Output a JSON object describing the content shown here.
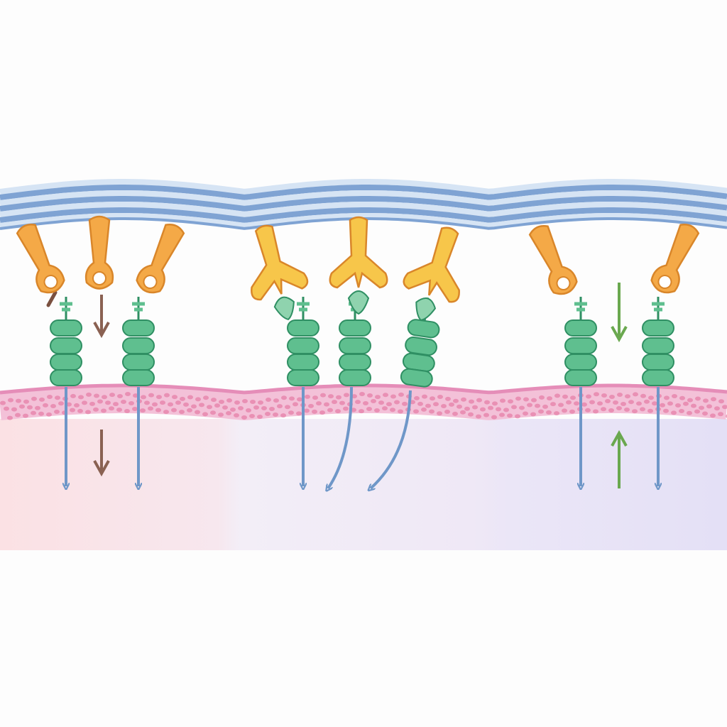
{
  "colors": {
    "background": "#fdfdfd",
    "top_membrane": "#a9c4e4",
    "top_membrane_line": "#7fa3d3",
    "bottom_membrane": "#e58db8",
    "bottom_membrane_cells": "#e36f9c",
    "receptor": "#5fbf8f",
    "receptor_outline": "#2f8f63",
    "ligand_club": "#f4a947",
    "ligand_y": "#f7c64a",
    "ligand_outline": "#d9862a",
    "signal_arrow": "#6f97c8",
    "brown_arrow": "#8a6152",
    "green_arrow": "#6aa84f",
    "panel_left_bg": "#fbe3e6",
    "panel_middle_bg": "#efe6f5",
    "panel_right_bg": "#e6e3f7"
  },
  "panels": [
    {
      "name": "left",
      "ligand_shape": "club",
      "ligands": 3,
      "receptors": 2,
      "signal_arrows": "straight",
      "extra_arrows": "brown-down"
    },
    {
      "name": "middle",
      "ligand_shape": "Y",
      "ligands": 3,
      "receptors": 3,
      "signal_arrows": "straight-and-curved",
      "extra_arrows": "none"
    },
    {
      "name": "right",
      "ligand_shape": "club",
      "ligands": 2,
      "receptors": 2,
      "signal_arrows": "straight",
      "extra_arrows": "green-down-up"
    }
  ]
}
